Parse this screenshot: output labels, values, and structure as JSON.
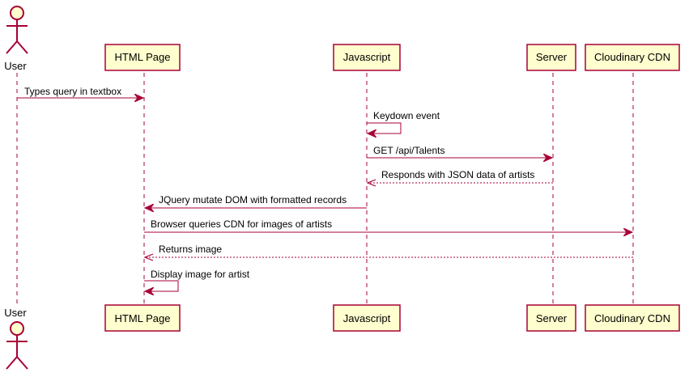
{
  "colors": {
    "box_fill": "#FEFECE",
    "line": "#A80036",
    "text": "#000000",
    "background": "#FFFFFF"
  },
  "actor": {
    "name": "User",
    "icon": "stick-figure-actor-icon"
  },
  "participants": [
    {
      "id": "html",
      "name": "HTML Page"
    },
    {
      "id": "js",
      "name": "Javascript"
    },
    {
      "id": "server",
      "name": "Server"
    },
    {
      "id": "cdn",
      "name": "Cloudinary CDN"
    }
  ],
  "messages": [
    {
      "from": "user",
      "to": "html",
      "label": "Types query in textbox",
      "style": "solid"
    },
    {
      "from": "js",
      "to": "js",
      "label": "Keydown event",
      "style": "self"
    },
    {
      "from": "js",
      "to": "server",
      "label": "GET /api/Talents",
      "style": "solid"
    },
    {
      "from": "server",
      "to": "js",
      "label": "Responds with JSON data of artists",
      "style": "dashed"
    },
    {
      "from": "js",
      "to": "html",
      "label": "JQuery mutate DOM with formatted records",
      "style": "solid"
    },
    {
      "from": "html",
      "to": "cdn",
      "label": "Browser queries CDN for images of artists",
      "style": "solid"
    },
    {
      "from": "cdn",
      "to": "html",
      "label": "Returns image",
      "style": "dashed"
    },
    {
      "from": "html",
      "to": "html",
      "label": "Display image for artist",
      "style": "self"
    }
  ]
}
